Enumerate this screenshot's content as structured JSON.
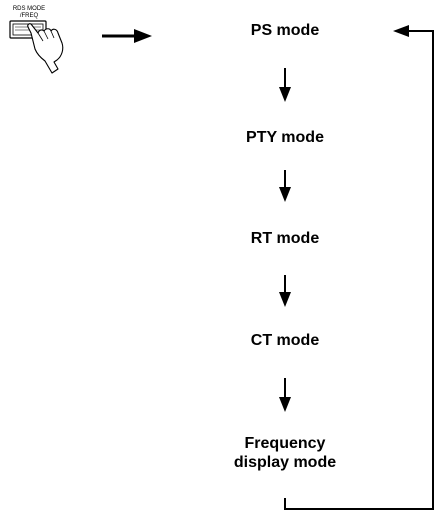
{
  "button": {
    "caption_line1": "RDS MODE",
    "caption_line2": "/FREQ"
  },
  "icons": {
    "finger": "pressing-finger-icon",
    "pointer_arrow": "right-arrow-icon",
    "down_arrow": "down-arrow-icon",
    "return_arrow": "return-loop-arrow-icon"
  },
  "modes": [
    {
      "label": "PS mode"
    },
    {
      "label": "PTY mode"
    },
    {
      "label": "RT mode"
    },
    {
      "label": "CT mode"
    },
    {
      "label_line1": "Frequency",
      "label_line2": "display mode"
    }
  ]
}
